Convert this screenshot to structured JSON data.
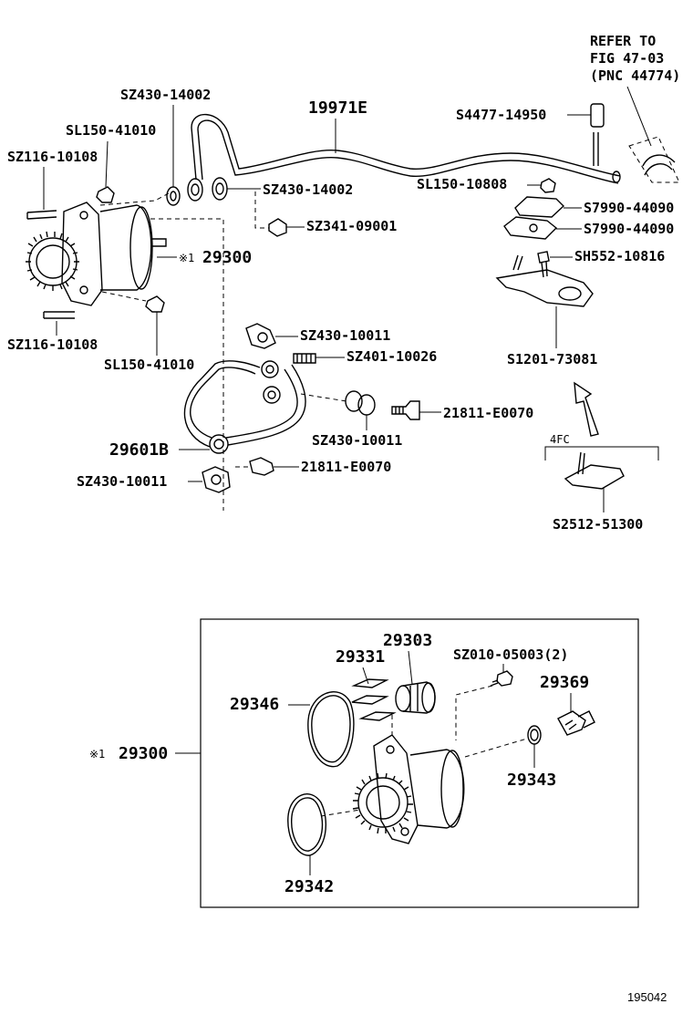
{
  "refer": {
    "line1": "REFER TO",
    "line2": "FIG 47-03",
    "line3": "(PNC 44774)"
  },
  "labels": {
    "sz430_14002_top": "SZ430-14002",
    "sl150_41010_top": "SL150-41010",
    "sz116_10108_top": "SZ116-10108",
    "pipe_19971e": "19971E",
    "s4477_14950": "S4477-14950",
    "sl150_10808": "SL150-10808",
    "sz430_14002_mid": "SZ430-14002",
    "s7990_44090_a": "S7990-44090",
    "s7990_44090_b": "S7990-44090",
    "sz341_09001": "SZ341-09001",
    "sh552_10816": "SH552-10816",
    "pump_29300": "29300",
    "sz116_10108_bottom": "SZ116-10108",
    "sz430_10011_top": "SZ430-10011",
    "sz401_10026": "SZ401-10026",
    "sl150_41010_bottom": "SL150-41010",
    "s1201_73081": "S1201-73081",
    "hose_21811_e0070_a": "21811-E0070",
    "sz430_10011_mid": "SZ430-10011",
    "hose_29601b": "29601B",
    "variant_4fc": "4FC",
    "hose_21811_e0070_b": "21811-E0070",
    "sz430_10011_bottom": "SZ430-10011",
    "s2512_51300": "S2512-51300",
    "detail_29303": "29303",
    "detail_29331": "29331",
    "sz010_05003": "SZ010-05003(2)",
    "detail_29369": "29369",
    "detail_29346": "29346",
    "detail_29300": "29300",
    "detail_29343": "29343",
    "detail_29342": "29342",
    "asterisk_mark": "※1",
    "figure_number": "195042"
  }
}
